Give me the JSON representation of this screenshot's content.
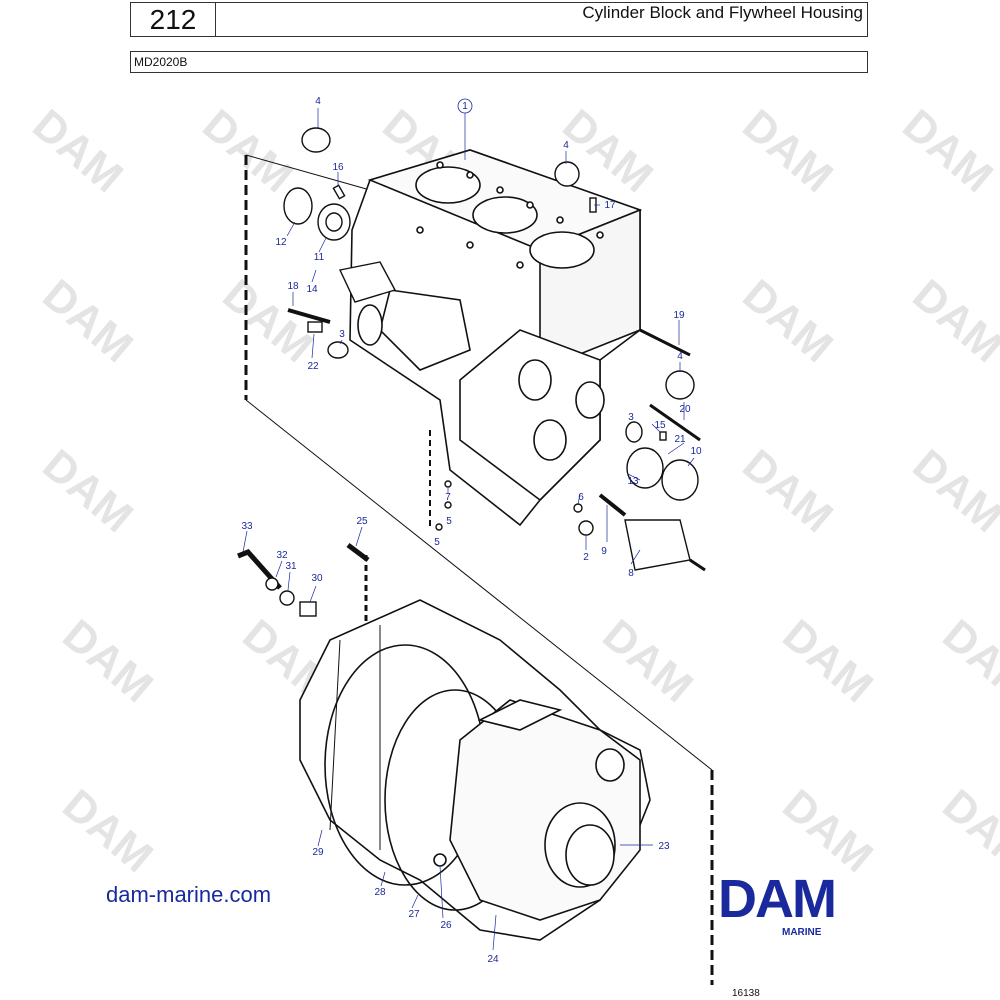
{
  "header": {
    "page_number": "212",
    "title": "Cylinder Block and Flywheel Housing",
    "model": "MD2020B"
  },
  "callouts": {
    "c1": "1",
    "c2": "2",
    "c3a": "3",
    "c3b": "3",
    "c4a": "4",
    "c4b": "4",
    "c4c": "4",
    "c5a": "5",
    "c5b": "5",
    "c6": "6",
    "c7": "7",
    "c8": "8",
    "c9": "9",
    "c10": "10",
    "c11": "11",
    "c12": "12",
    "c13": "13",
    "c14": "14",
    "c15": "15",
    "c16": "16",
    "c17": "17",
    "c18": "18",
    "c19": "19",
    "c20": "20",
    "c21": "21",
    "c22": "22",
    "c23": "23",
    "c24": "24",
    "c25": "25",
    "c26": "26",
    "c27": "27",
    "c28": "28",
    "c29": "29",
    "c30": "30",
    "c31": "31",
    "c32": "32",
    "c33": "33"
  },
  "footer": {
    "website": "dam-marine.com",
    "logo_text": "DAM",
    "logo_sub": "MARINE",
    "reference": "16138"
  },
  "colors": {
    "callout_blue": "#1a2a9c",
    "line_dark": "#222222",
    "watermark": "#dddddd"
  }
}
